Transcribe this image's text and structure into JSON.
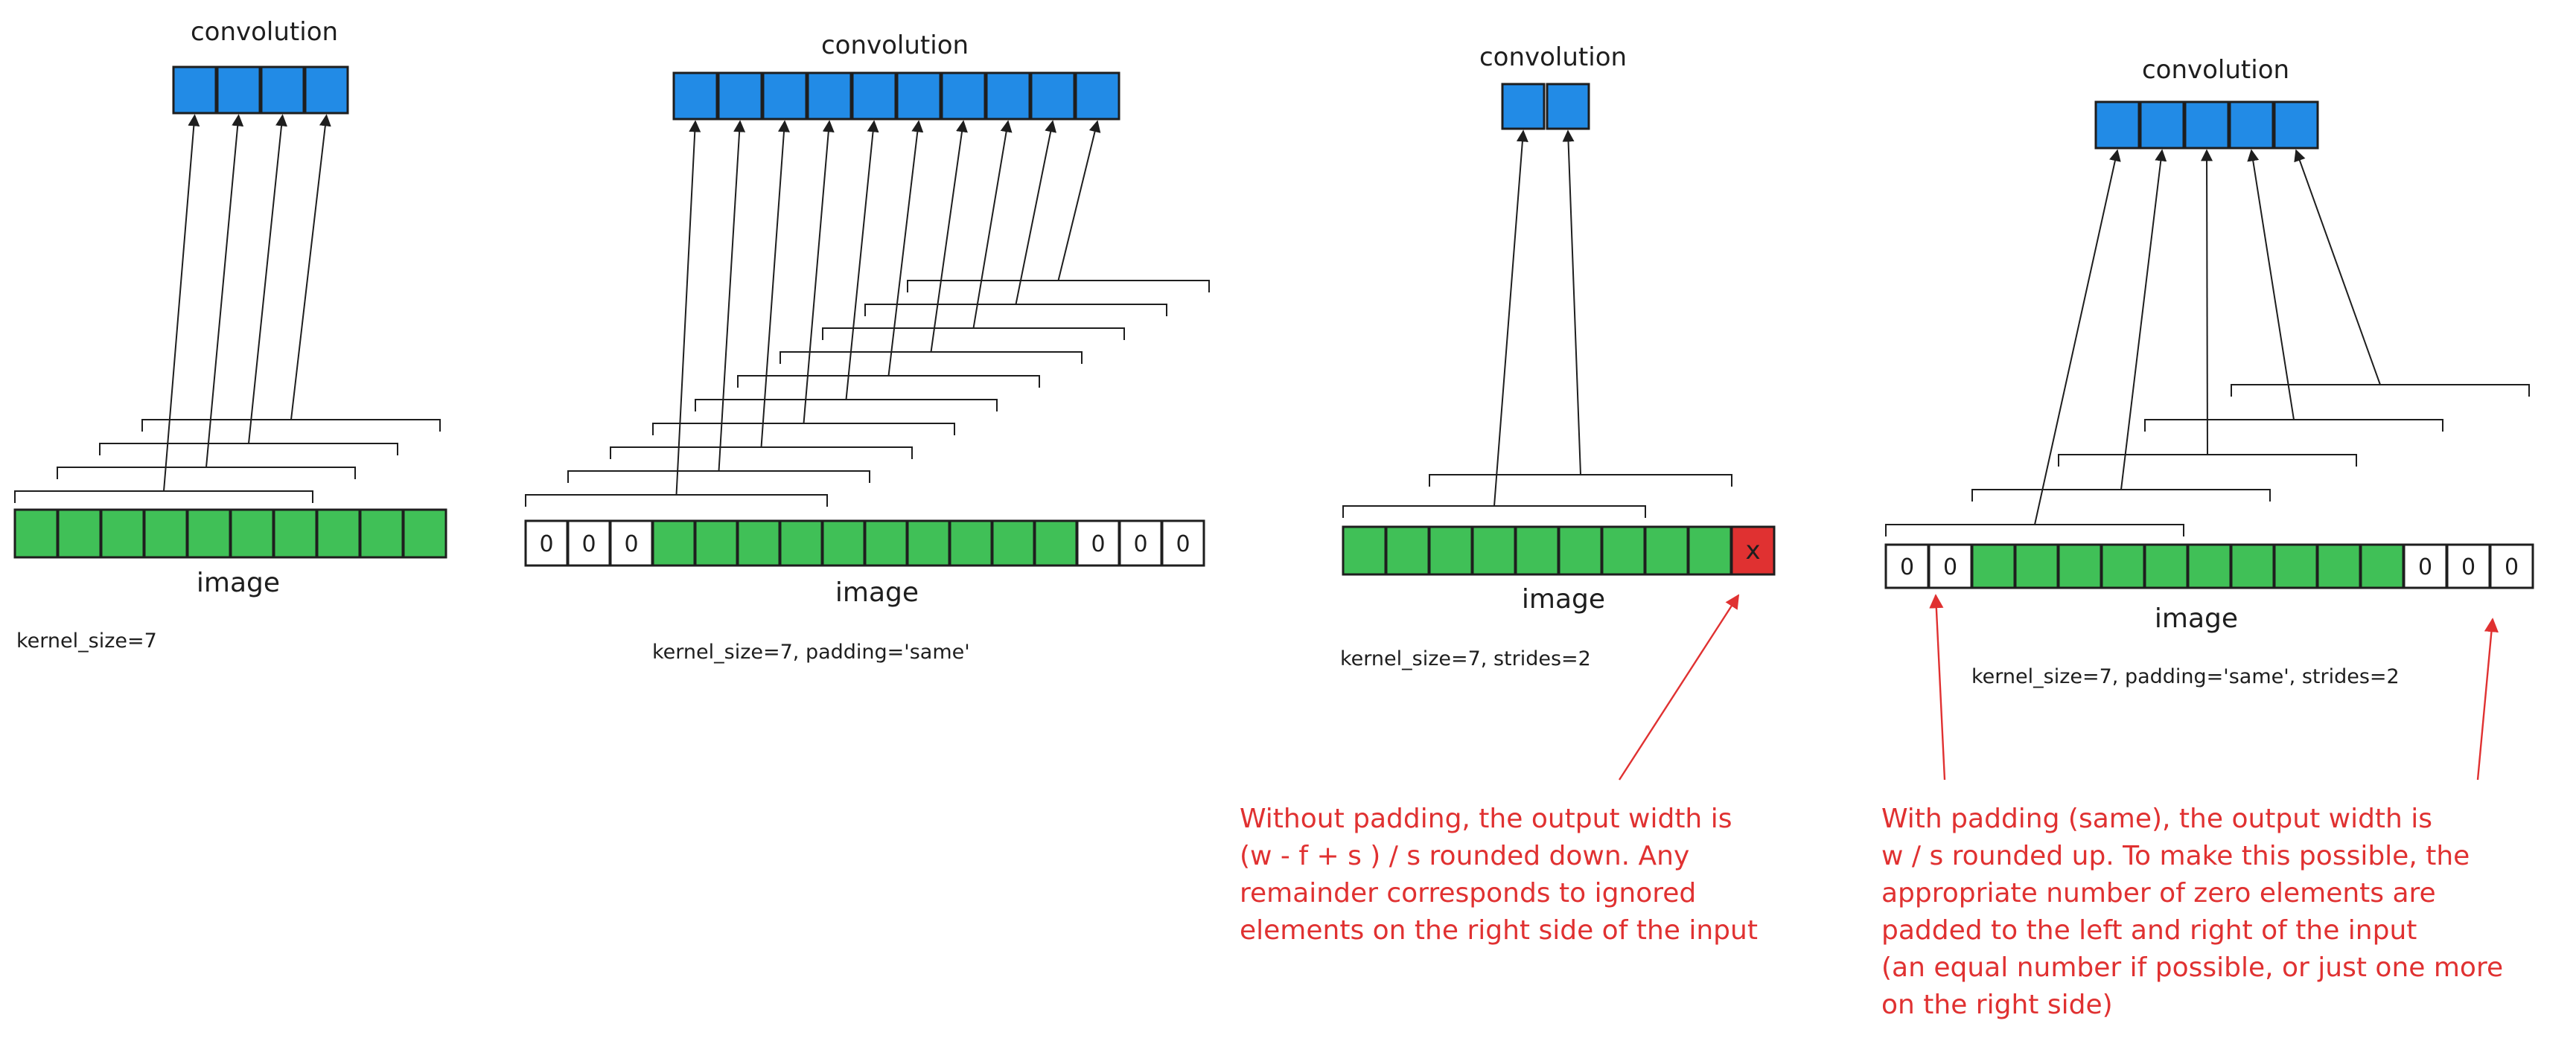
{
  "colors": {
    "output_cell": "#228be6",
    "input_cell": "#40c057",
    "zero_cell": "#ffffff",
    "ignored_cell": "#e03131",
    "stroke": "#1e1e1e",
    "annotation": "#e03131"
  },
  "panels": [
    {
      "id": "panel-1",
      "output_title": "convolution",
      "output_count": 4,
      "input_label": "image",
      "caption": "kernel_size=7",
      "cells": [
        "g",
        "g",
        "g",
        "g",
        "g",
        "g",
        "g",
        "g",
        "g",
        "g"
      ],
      "zero_text": "0",
      "ignored_text": "",
      "annotation": []
    },
    {
      "id": "panel-2",
      "output_title": "convolution",
      "output_count": 10,
      "input_label": "image",
      "caption": "kernel_size=7, padding='same'",
      "cells": [
        "z",
        "z",
        "z",
        "g",
        "g",
        "g",
        "g",
        "g",
        "g",
        "g",
        "g",
        "g",
        "g",
        "z",
        "z",
        "z"
      ],
      "zero_text": "0",
      "ignored_text": "",
      "annotation": []
    },
    {
      "id": "panel-3",
      "output_title": "convolution",
      "output_count": 2,
      "input_label": "image",
      "caption": "kernel_size=7, strides=2",
      "cells": [
        "g",
        "g",
        "g",
        "g",
        "g",
        "g",
        "g",
        "g",
        "g",
        "r"
      ],
      "zero_text": "0",
      "ignored_text": "x",
      "annotation": [
        "Without padding, the output width is",
        "(w - f + s ) / s rounded down. Any",
        "remainder corresponds to ignored",
        "elements on the right side of the input"
      ]
    },
    {
      "id": "panel-4",
      "output_title": "convolution",
      "output_count": 5,
      "input_label": "image",
      "caption": "kernel_size=7, padding='same', strides=2",
      "cells": [
        "z",
        "z",
        "g",
        "g",
        "g",
        "g",
        "g",
        "g",
        "g",
        "g",
        "g",
        "g",
        "z",
        "z",
        "z"
      ],
      "zero_text": "0",
      "ignored_text": "",
      "annotation": [
        "With padding (same), the output width is",
        "w / s rounded up. To make this possible, the",
        "appropriate number of zero elements are",
        "padded to the left and right of the input",
        "(an equal number if possible, or just one more",
        "on the right side)"
      ]
    }
  ]
}
